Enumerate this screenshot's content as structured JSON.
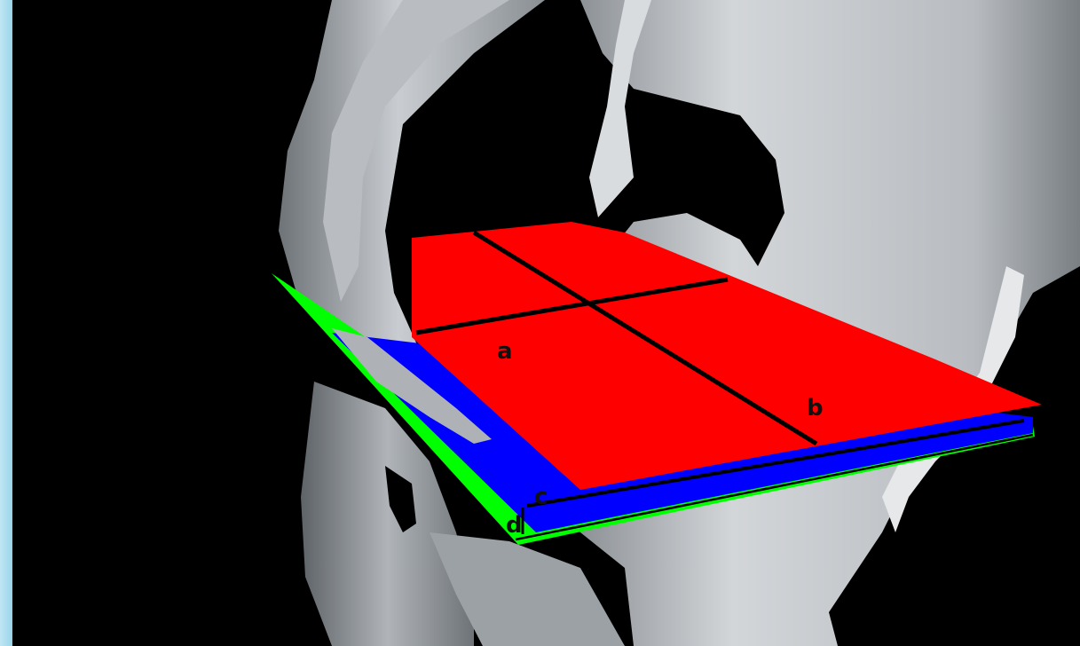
{
  "labels": {
    "a": "a",
    "b": "b",
    "c": "c",
    "d": "d"
  },
  "colors": {
    "background": "#000000",
    "frame": "#9fd8ec",
    "body": "#c8ccd0",
    "plane_top": "#ff0000",
    "plane_middle": "#0000ff",
    "plane_bottom": "#00ff00",
    "measure_lines": "#000000"
  }
}
